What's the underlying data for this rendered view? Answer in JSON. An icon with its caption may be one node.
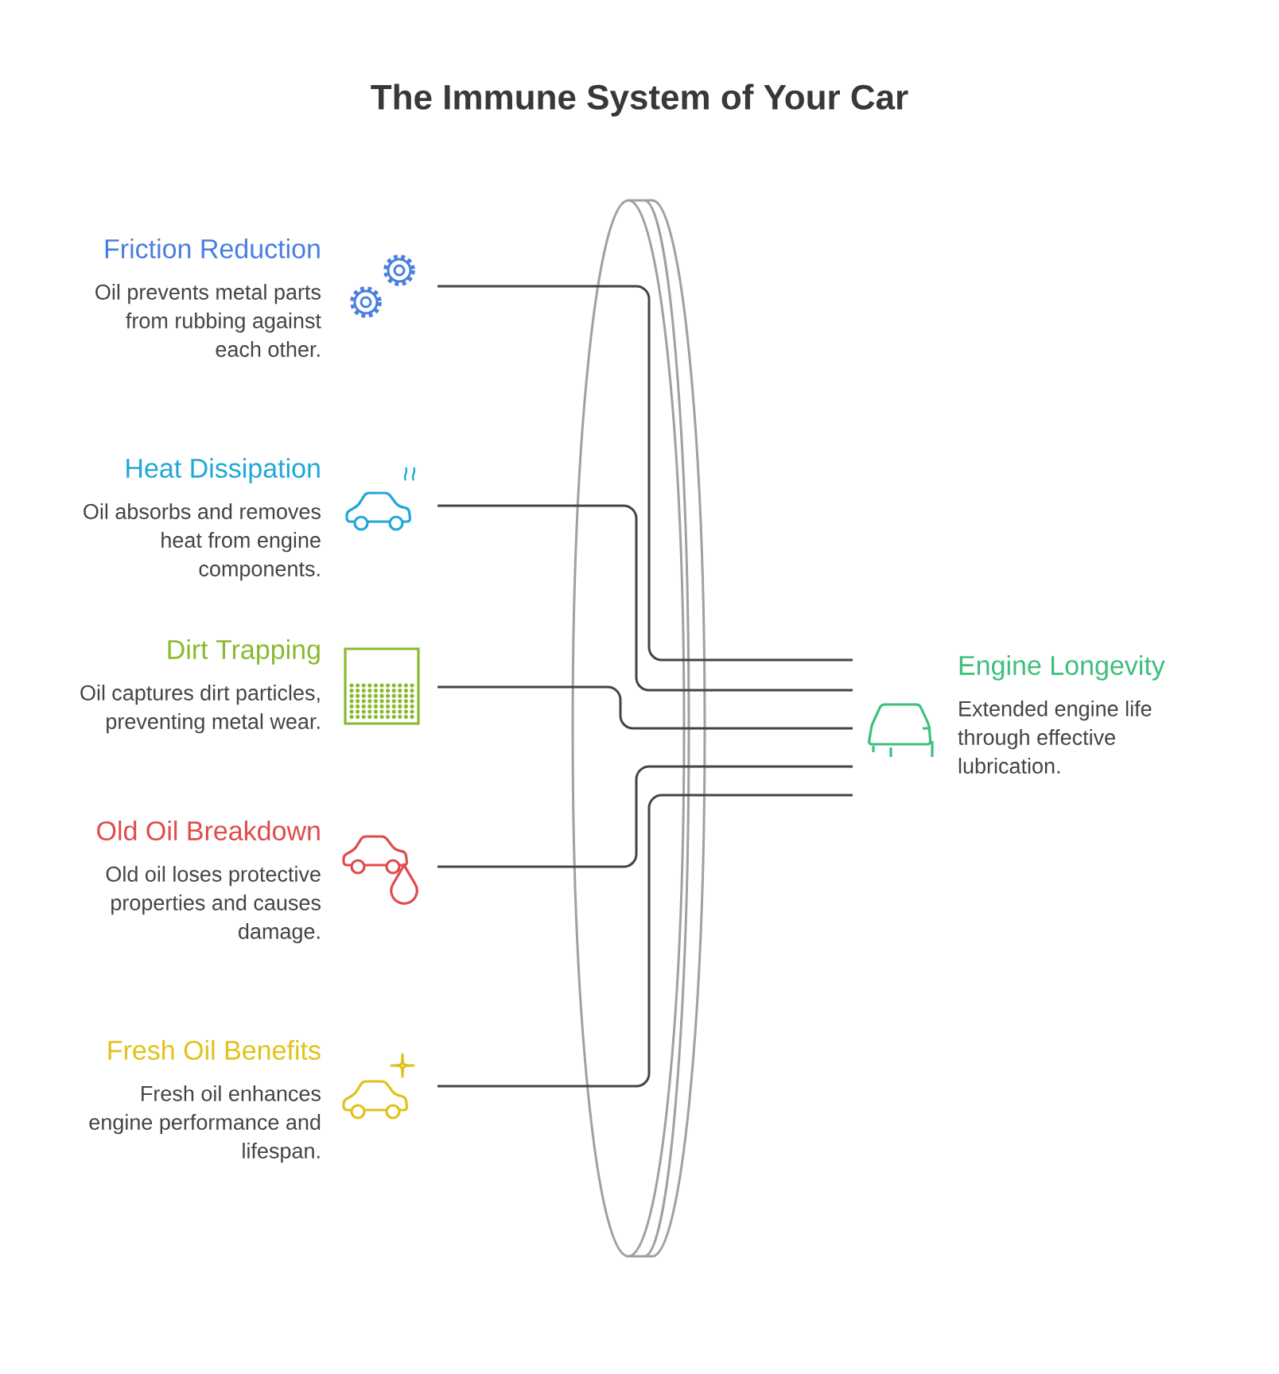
{
  "diagram": {
    "title": "The Immune System of Your Car",
    "nodes": [
      {
        "text": [
          "Friction Reduction",
          "Oil prevents metal parts from rubbing against each other."
        ]
      },
      {
        "text": [
          "Heat Dissipation",
          "Oil absorbs and removes heat from engine components."
        ]
      },
      {
        "text": [
          "Dirt Trapping",
          "Oil captures dirt particles, preventing metal wear."
        ]
      },
      {
        "text": [
          "Old Oil Breakdown",
          "Old oil loses protective properties and causes damage."
        ]
      },
      {
        "text": [
          "Fresh Oil Benefits",
          "Fresh oil enhances engine performance and lifespan."
        ]
      },
      {
        "text": [
          "Engine Longevity",
          "Extended engine life through effective lubrication."
        ]
      }
    ],
    "edges": [
      {
        "from": 0,
        "to": 5,
        "arrow": "none"
      },
      {
        "from": 1,
        "to": 5,
        "arrow": "none"
      },
      {
        "from": 2,
        "to": 5,
        "arrow": "none"
      },
      {
        "from": 3,
        "to": 5,
        "arrow": "none"
      },
      {
        "from": 4,
        "to": 5,
        "arrow": "none"
      }
    ]
  }
}
